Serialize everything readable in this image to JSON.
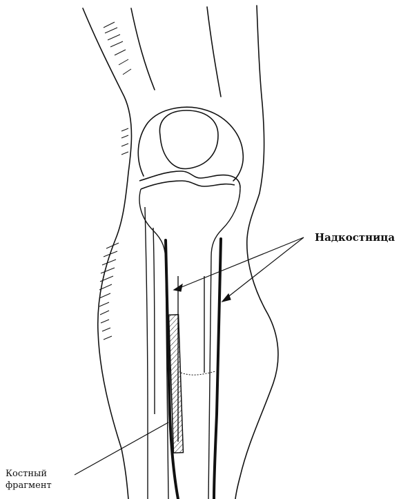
{
  "labels": {
    "periosteum": "Надкостница",
    "bone_fragment_line1": "Костный",
    "bone_fragment_line2": "фрагмент"
  },
  "colors": {
    "ink": "#111111",
    "background": "#ffffff"
  }
}
